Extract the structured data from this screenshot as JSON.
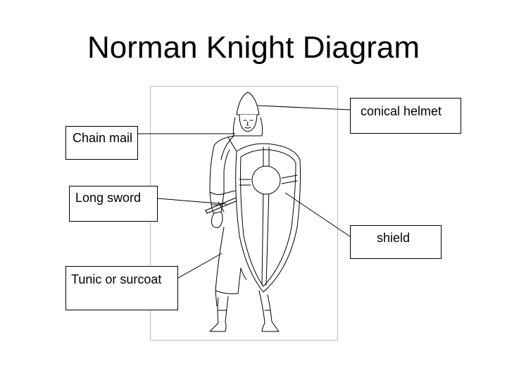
{
  "title": "Norman Knight Diagram",
  "labels": {
    "helmet": "conical helmet",
    "chain_mail": "Chain mail",
    "sword": "Long sword",
    "shield": "shield",
    "tunic": "Tunic or surcoat"
  },
  "colors": {
    "line": "#000000",
    "frame_border": "#bdbdbd",
    "background": "#ffffff"
  }
}
